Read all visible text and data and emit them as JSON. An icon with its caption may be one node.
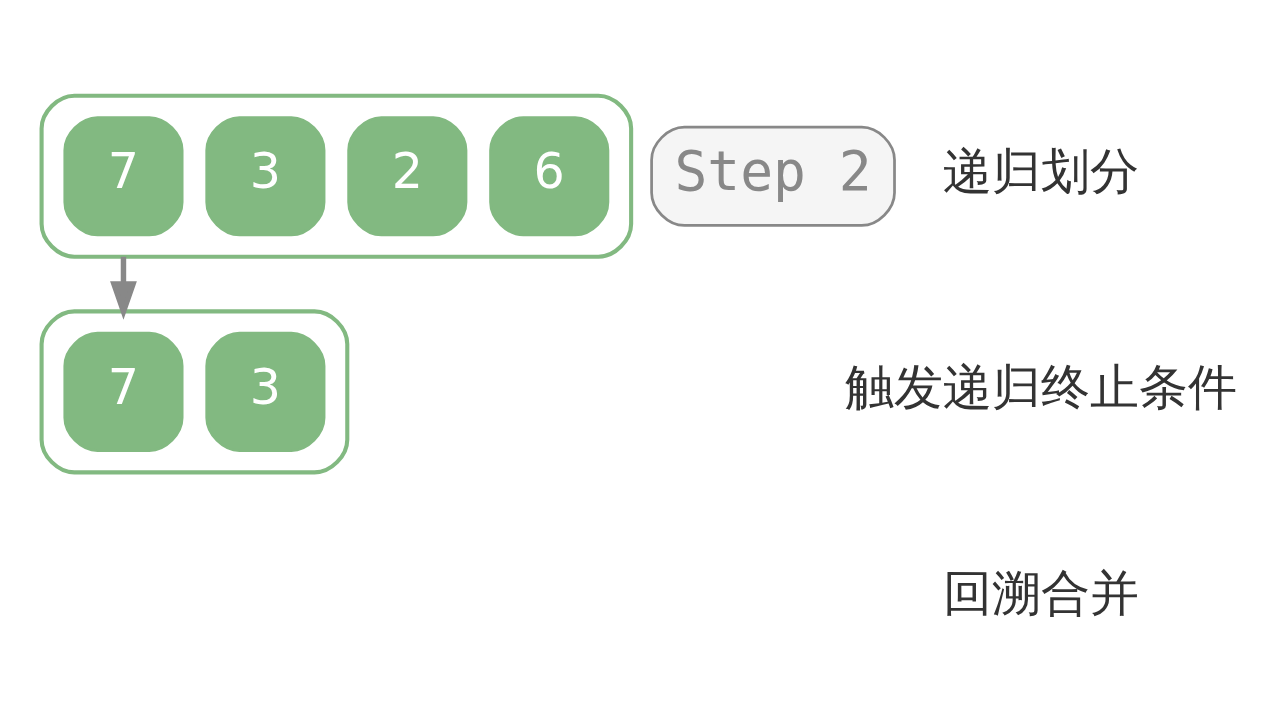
{
  "diagram": {
    "nodes": [
      {
        "text": [],
        "shape": "box"
      },
      {
        "text": [
          "7"
        ],
        "in": 0
      },
      {
        "text": [
          "3"
        ],
        "in": 0
      },
      {
        "text": [
          "2"
        ],
        "in": 0
      },
      {
        "text": [
          "6"
        ],
        "in": 0
      },
      {
        "text": [],
        "shape": "box"
      },
      {
        "text": [
          "7"
        ],
        "in": 5
      },
      {
        "text": [
          "3"
        ],
        "in": 5
      },
      {
        "text": [
          "Step 2"
        ]
      }
    ],
    "edges": [
      {
        "from": 0,
        "to": 5,
        "arrow": "to"
      }
    ],
    "labels": [
      "递归划分",
      "触发递归终止条件",
      "回溯合并"
    ]
  }
}
